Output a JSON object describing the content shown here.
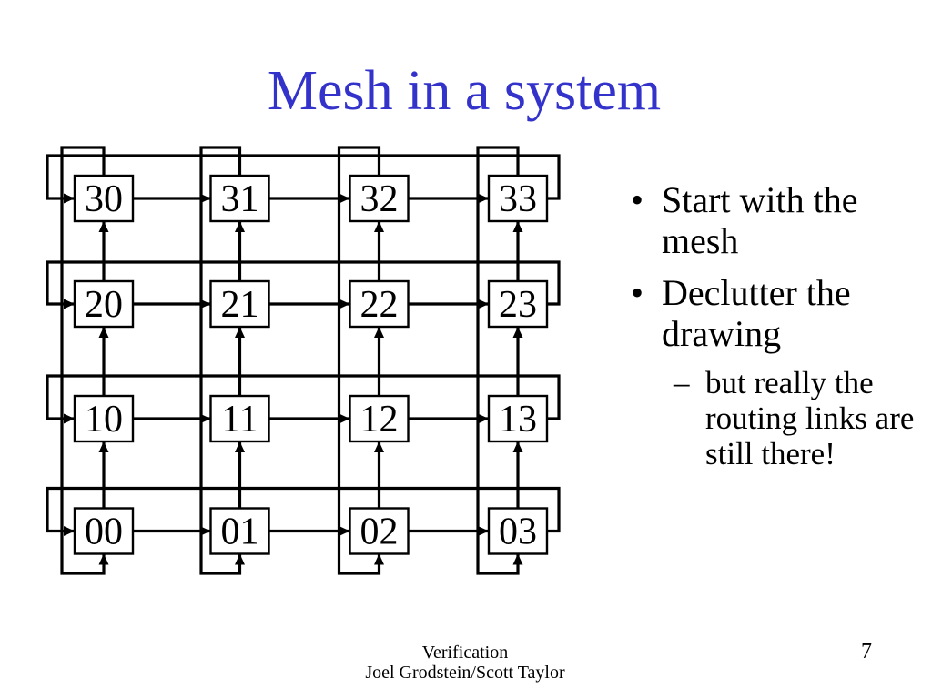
{
  "slide": {
    "title": "Mesh in a system",
    "page_number": "7",
    "footer": {
      "line1": "Verification",
      "line2": "Joel Grodstein/Scott Taylor"
    }
  },
  "bullets": [
    {
      "level": 1,
      "marker": "•",
      "text": "Start with the mesh"
    },
    {
      "level": 1,
      "marker": "•",
      "text": "Declutter the drawing"
    },
    {
      "level": 2,
      "marker": "–",
      "text": "but really the routing links are still there!"
    }
  ],
  "mesh": {
    "description": "4x4 torus mesh, arrows point right and up, wrap-around links on all edges",
    "node_rows": [
      [
        "30",
        "31",
        "32",
        "33"
      ],
      [
        "20",
        "21",
        "22",
        "23"
      ],
      [
        "10",
        "11",
        "12",
        "13"
      ],
      [
        "00",
        "01",
        "02",
        "03"
      ]
    ],
    "link_color": "#000000",
    "node_fill": "#ffffff",
    "node_border": "#000000"
  },
  "colors": {
    "background": "#ffffff",
    "title": "#3333CC",
    "body_text": "#000000"
  }
}
